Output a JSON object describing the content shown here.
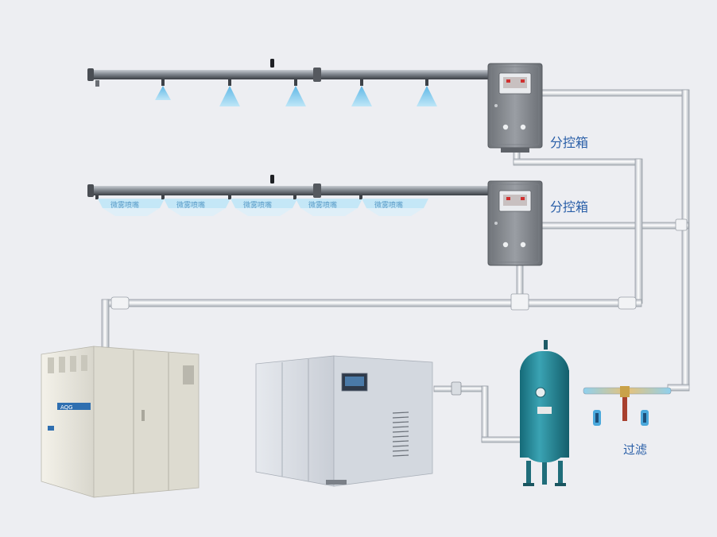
{
  "labels": {
    "control_box_1": "分控箱",
    "control_box_2": "分控箱",
    "filter": "过滤",
    "nozzle_tag": "微雾喷嘴",
    "chiller_brand": "AQG"
  },
  "nozzle_row_1_count": 5,
  "nozzle_row_2_count": 5,
  "colors": {
    "background": "#edeef2",
    "pipe": "#f7f8fa",
    "pipe_edge": "#9aa0a8",
    "box": "#8a8d92",
    "tank": "#2a8c9c",
    "spray": "#8fd0ee",
    "label_blue": "#2a5fa8",
    "filter_red": "#b83a2a"
  }
}
